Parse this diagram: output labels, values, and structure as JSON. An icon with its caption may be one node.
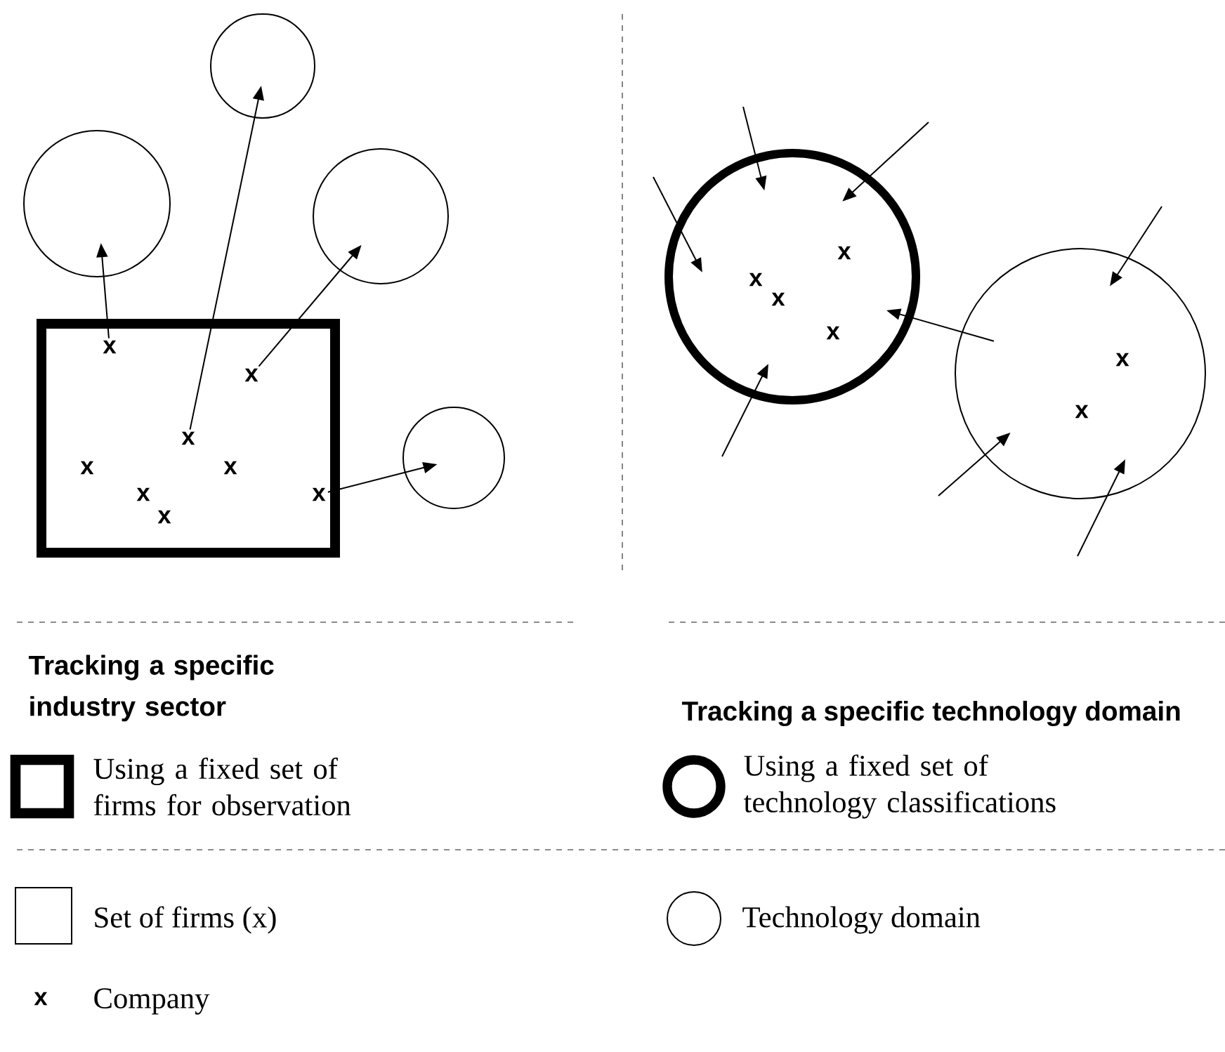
{
  "diagram": {
    "nodes": [
      {
        "text": [],
        "shape": "circle"
      },
      {
        "text": [],
        "shape": "circle"
      },
      {
        "text": [],
        "shape": "circle"
      },
      {
        "text": [],
        "shape": "box"
      },
      {
        "text": [
          "x"
        ],
        "in": 3
      },
      {
        "text": [
          "x"
        ],
        "in": 3
      },
      {
        "text": [
          "x"
        ],
        "in": 3
      },
      {
        "text": [
          "x"
        ],
        "in": 3
      },
      {
        "text": [
          "x"
        ],
        "in": 3
      },
      {
        "text": [
          "x"
        ],
        "in": 3
      },
      {
        "text": [
          "x"
        ],
        "in": 3
      },
      {
        "text": [
          "x"
        ],
        "in": 3
      },
      {
        "text": [],
        "shape": "circle"
      },
      {
        "text": [],
        "shape": "circle"
      },
      {
        "text": [
          "x"
        ],
        "in": 13
      },
      {
        "text": [
          "x"
        ],
        "in": 13
      },
      {
        "text": [
          "x"
        ],
        "in": 13
      },
      {
        "text": [
          "x"
        ],
        "in": 13
      },
      {
        "text": [],
        "shape": "circle"
      },
      {
        "text": [
          "x"
        ],
        "in": 18
      },
      {
        "text": [
          "x"
        ],
        "in": 18
      }
    ],
    "edges": [
      {
        "from": 4,
        "to": 1,
        "arrow": "to"
      },
      {
        "from": 6,
        "to": 0,
        "arrow": "to"
      },
      {
        "from": 5,
        "to": 2,
        "arrow": "to"
      },
      {
        "from": 10,
        "to": 12,
        "arrow": "to"
      },
      {
        "from": null,
        "to": 13,
        "arrow": "to"
      },
      {
        "from": null,
        "to": 13,
        "arrow": "to"
      },
      {
        "from": null,
        "to": 13,
        "arrow": "to"
      },
      {
        "from": null,
        "to": 13,
        "arrow": "to"
      },
      {
        "from": 18,
        "to": 13,
        "arrow": "to"
      },
      {
        "from": null,
        "to": 18,
        "arrow": "to"
      },
      {
        "from": null,
        "to": 18,
        "arrow": "to"
      },
      {
        "from": null,
        "to": 18,
        "arrow": "to"
      }
    ],
    "labels": [
      "Tracking a specific industry sector",
      "Tracking a specific technology domain",
      "x"
    ],
    "legend": [
      {
        "text": "Using a fixed set of firms for observation"
      },
      {
        "text": "Using a fixed set of technology classifications"
      },
      {
        "text": "Set of firms (x)"
      },
      {
        "text": "Technology domain"
      },
      {
        "text": "Company"
      }
    ]
  }
}
